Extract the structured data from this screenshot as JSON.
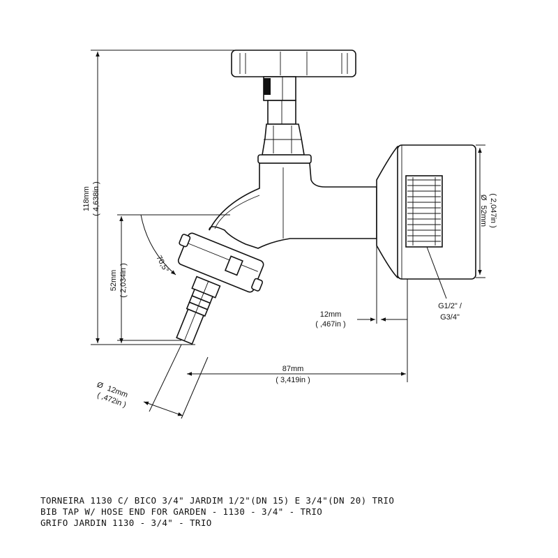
{
  "dimensions": {
    "height_total": {
      "mm": "118mm",
      "in": "( 4,638in )"
    },
    "height_spout": {
      "mm": "52mm",
      "in": "( 2,034in )"
    },
    "angle": "70,5°",
    "diameter_thread": {
      "mm": "52mm",
      "in": "( 2,047in )",
      "symbol": "Ø"
    },
    "thread_depth": {
      "mm": "12mm",
      "in": "( ,467in )"
    },
    "thread_spec": [
      "G1/2\" /",
      "G3/4\""
    ],
    "length": {
      "mm": "87mm",
      "in": "( 3,419in )"
    },
    "diameter_hose": {
      "mm": "12mm",
      "in": "( ,472in )",
      "symbol": "Ø"
    }
  },
  "caption": [
    "TORNEIRA 1130 C/ BICO 3/4\" JARDIM 1/2\"(DN 15) E 3/4\"(DN 20) TRIO",
    "BIB TAP W/ HOSE END FOR GARDEN - 1130 - 3/4\" - TRIO",
    "GRIFO JARDIN 1130 - 3/4\" - TRIO"
  ]
}
